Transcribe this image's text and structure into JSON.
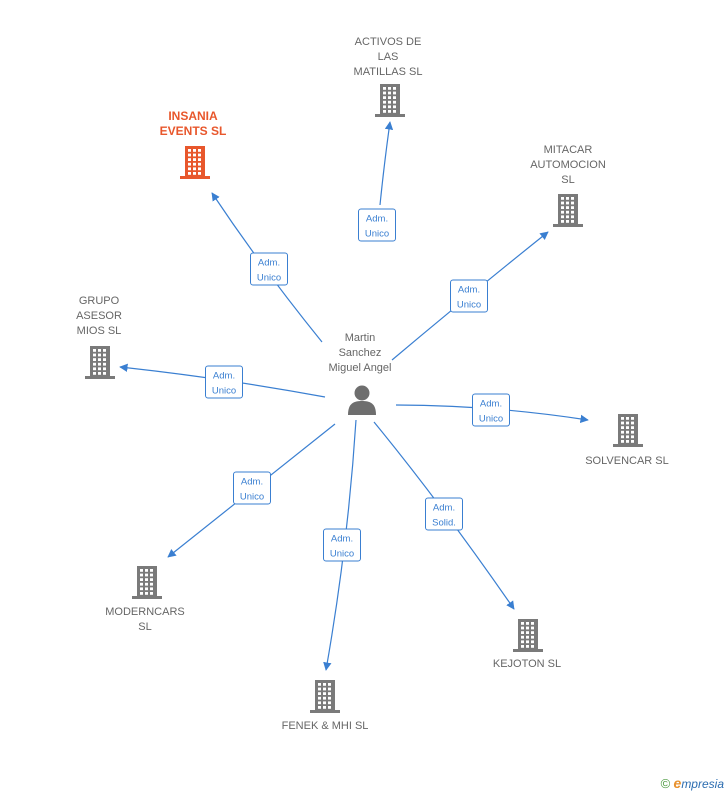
{
  "center": {
    "name": "Martin\nSanchez\nMiguel Angel"
  },
  "companies": [
    {
      "id": "activos",
      "name": "ACTIVOS DE\nLAS\nMATILLAS  SL",
      "role1": "Adm.",
      "role2": "Unico",
      "highlight": false
    },
    {
      "id": "insania",
      "name": "INSANIA\nEVENTS  SL",
      "role1": "Adm.",
      "role2": "Unico",
      "highlight": true
    },
    {
      "id": "mitacar",
      "name": "MITACAR\nAUTOMOCION\nSL",
      "role1": "Adm.",
      "role2": "Unico",
      "highlight": false
    },
    {
      "id": "grupo",
      "name": "GRUPO\nASESOR\nMIOS  SL",
      "role1": "Adm.",
      "role2": "Unico",
      "highlight": false
    },
    {
      "id": "solvencar",
      "name": "SOLVENCAR SL",
      "role1": "Adm.",
      "role2": "Unico",
      "highlight": false
    },
    {
      "id": "moderncars",
      "name": "MODERNCARS\nSL",
      "role1": "Adm.",
      "role2": "Unico",
      "highlight": false
    },
    {
      "id": "fenek",
      "name": "FENEK & MHI SL",
      "role1": "Adm.",
      "role2": "Unico",
      "highlight": false
    },
    {
      "id": "kejoton",
      "name": "KEJOTON  SL",
      "role1": "Adm.",
      "role2": "Solid.",
      "highlight": false
    }
  ],
  "colors": {
    "edge": "#3a7fd1",
    "building": "#7a7a7a",
    "highlight": "#e8572c",
    "person": "#6e6e6e"
  },
  "footer": {
    "copyright": "©",
    "brand_initial": "e",
    "brand_rest": "mpresia"
  }
}
